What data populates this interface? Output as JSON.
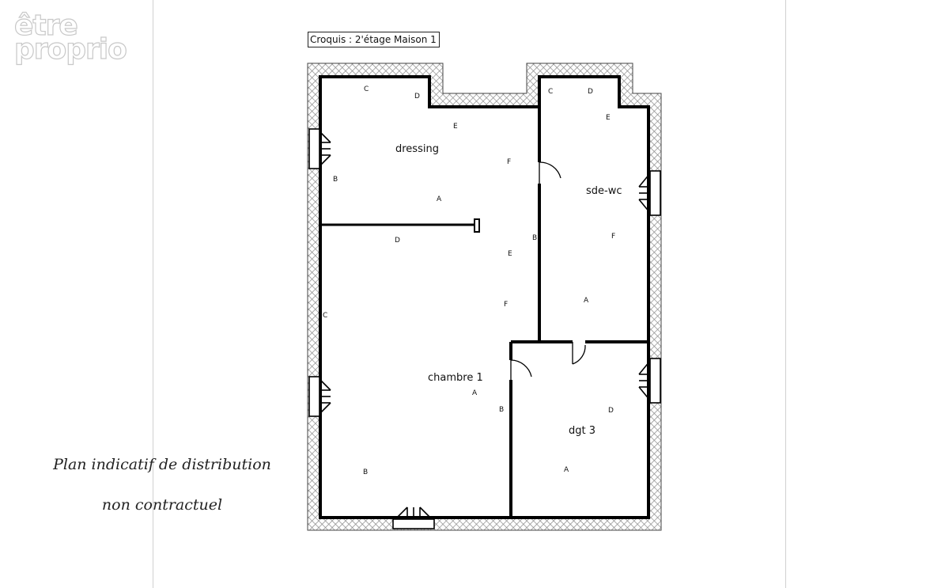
{
  "logo": {
    "line1": "être",
    "line2": "proprio"
  },
  "plan_title": "Croquis : 2'étage Maison 1",
  "note": {
    "line1": "Plan indicatif de distribution",
    "line2": "non contractuel"
  },
  "rooms": {
    "dressing": "dressing",
    "sde_wc": "sde-wc",
    "chambre": "chambre 1",
    "dgt": "dgt 3"
  },
  "wall_letters": {
    "dressing": {
      "c": "C",
      "d": "D",
      "e": "E",
      "f": "F",
      "b": "B",
      "a": "A"
    },
    "sde_wc": {
      "c": "C",
      "d": "D",
      "e": "E",
      "f": "F",
      "b": "B",
      "a": "A"
    },
    "chambre": {
      "d": "D",
      "e": "E",
      "f": "F",
      "c": "C",
      "a": "A",
      "b": "B",
      "b2": "B"
    },
    "dgt": {
      "d": "D",
      "a": "A"
    }
  },
  "colors": {
    "wall": "#000000",
    "hatch": "#888888",
    "background": "#ffffff"
  }
}
